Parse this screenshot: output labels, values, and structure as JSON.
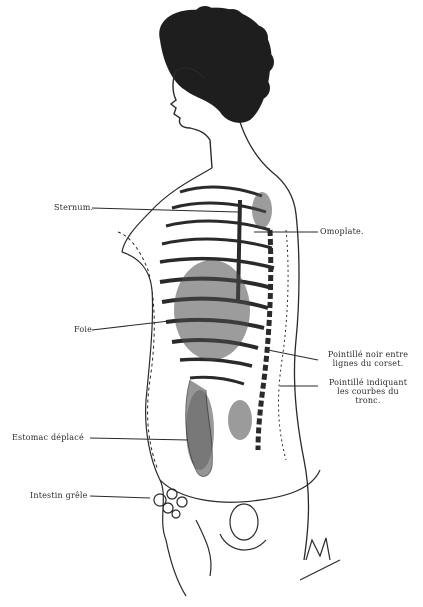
{
  "figure": {
    "labels": {
      "sternum": "Sternum.",
      "omoplate": "Omoplate.",
      "foie": "Foie",
      "dotted_lines_corset": "Pointillé noir entre\nlignes du corset.",
      "dotted_lines_trunk": "Pointillé indiquant\nles courbes du\ntronc.",
      "estomac": "Estomac déplacé",
      "intestin": "Intestin grêle"
    },
    "signature": "signature-mark"
  },
  "colors": {
    "ink": "#2a2a2a",
    "background": "#ffffff"
  }
}
